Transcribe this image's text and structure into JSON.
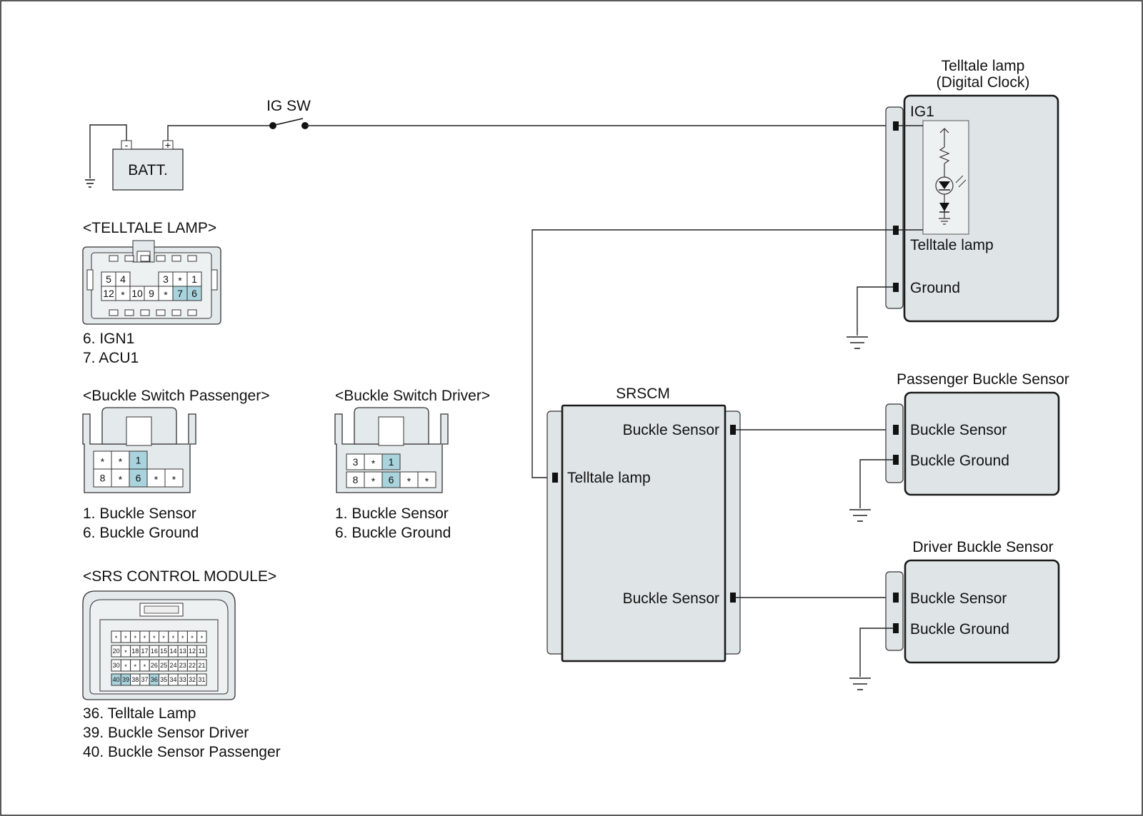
{
  "battery": {
    "label": "BATT.",
    "minus": "-",
    "plus": "+"
  },
  "ig_switch": {
    "label": "IG SW"
  },
  "telltale_unit": {
    "title_line1": "Telltale lamp",
    "title_line2": "(Digital Clock)",
    "pins": {
      "ig1": "IG1",
      "telltale": "Telltale lamp",
      "ground": "Ground"
    }
  },
  "srscm": {
    "title": "SRSCM",
    "pins": {
      "buckle_top": "Buckle Sensor",
      "telltale": "Telltale lamp",
      "buckle_bottom": "Buckle Sensor"
    }
  },
  "passenger_sensor": {
    "title": "Passenger Buckle Sensor",
    "pins": {
      "sensor": "Buckle Sensor",
      "ground": "Buckle Ground"
    }
  },
  "driver_sensor": {
    "title": "Driver Buckle Sensor",
    "pins": {
      "sensor": "Buckle Sensor",
      "ground": "Buckle Ground"
    }
  },
  "connectors": {
    "telltale": {
      "title": "<TELLTALE LAMP>",
      "row1": [
        "5",
        "4",
        "",
        "",
        "3",
        "*",
        "1"
      ],
      "row2": [
        "12",
        "*",
        "10",
        "9",
        "*",
        "7",
        "6"
      ],
      "highlight": [
        "7",
        "6"
      ],
      "legend": [
        "6. IGN1",
        "7. ACU1"
      ]
    },
    "buckle_passenger": {
      "title": "<Buckle Switch Passenger>",
      "row1": [
        "*",
        "*",
        "1"
      ],
      "row2": [
        "8",
        "*",
        "6",
        "*",
        "*"
      ],
      "highlight": [
        "1",
        "6"
      ],
      "legend": [
        "1. Buckle Sensor",
        "6. Buckle Ground"
      ]
    },
    "buckle_driver": {
      "title": "<Buckle Switch Driver>",
      "row1": [
        "3",
        "*",
        "1"
      ],
      "row2": [
        "8",
        "*",
        "6",
        "*",
        "*"
      ],
      "highlight": [
        "1",
        "6"
      ],
      "legend": [
        "1. Buckle Sensor",
        "6. Buckle Ground"
      ]
    },
    "srs_module": {
      "title": "<SRS CONTROL MODULE>",
      "row1": [
        "*",
        "*",
        "*",
        "*",
        "*",
        "*",
        "*",
        "*",
        "*",
        "*"
      ],
      "row2": [
        "20",
        "*",
        "18",
        "17",
        "16",
        "15",
        "14",
        "13",
        "12",
        "11"
      ],
      "row3": [
        "30",
        "*",
        "*",
        "*",
        "26",
        "25",
        "24",
        "23",
        "22",
        "21"
      ],
      "row4": [
        "40",
        "39",
        "38",
        "37",
        "36",
        "35",
        "34",
        "33",
        "32",
        "31"
      ],
      "highlight": [
        "40",
        "39",
        "36"
      ],
      "legend": [
        "36. Telltale Lamp",
        "39. Buckle Sensor Driver",
        "40. Buckle Sensor Passenger"
      ]
    }
  }
}
